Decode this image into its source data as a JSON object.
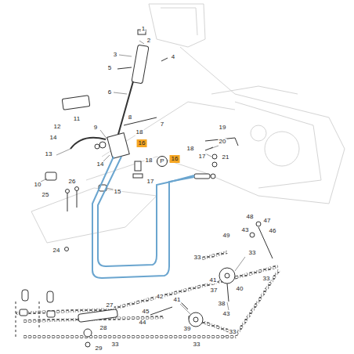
{
  "diagram": {
    "nodes": [
      {
        "text": [
          "16"
        ]
      },
      {
        "text": [
          "16"
        ]
      },
      {
        "text": [
          "P"
        ]
      }
    ],
    "labels": [
      "1",
      "2",
      "4",
      "3",
      "5",
      "6",
      "11",
      "8",
      "7",
      "12",
      "9",
      "14",
      "18",
      "19",
      "20",
      "18",
      "21",
      "13",
      "18",
      "17",
      "14",
      "17",
      "10",
      "26",
      "15",
      "25",
      "48",
      "47",
      "43",
      "46",
      "49",
      "24",
      "33",
      "33",
      "33",
      "41",
      "40",
      "37",
      "42",
      "41",
      "38",
      "45",
      "43",
      "27",
      "39",
      "44",
      "28",
      "33",
      "33",
      "33",
      "29"
    ]
  }
}
